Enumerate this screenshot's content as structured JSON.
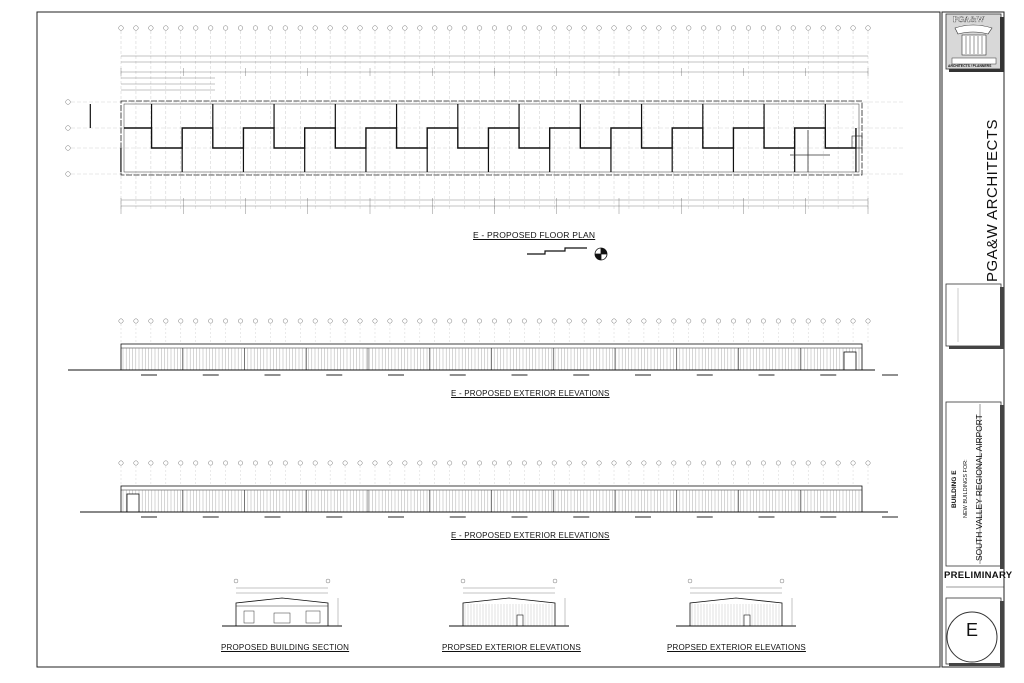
{
  "drawings": {
    "floor_plan_title": "E - PROPOSED FLOOR PLAN",
    "elevation_title_1": "E - PROPOSED EXTERIOR ELEVATIONS",
    "elevation_title_2": "E - PROPOSED EXTERIOR ELEVATIONS",
    "section_title": "PROPOSED BUILDING SECTION",
    "small_elev_title_1": "PROPSED EXTERIOR ELEVATIONS",
    "small_elev_title_2": "PROPSED EXTERIOR ELEVATIONS"
  },
  "title_block": {
    "firm_logo": "PGA&W",
    "firm_logo_sub": "ARCHITECTS / PLANNERS",
    "firm_name": "PGA&W ARCHITECTS",
    "building": "BUILDING E",
    "new_buildings_for": "NEW BUILDINGS FOR:",
    "project": "SOUTH VALLEY REGIONAL AIRPORT",
    "status": "PRELIMINARY",
    "sheet": "E"
  }
}
